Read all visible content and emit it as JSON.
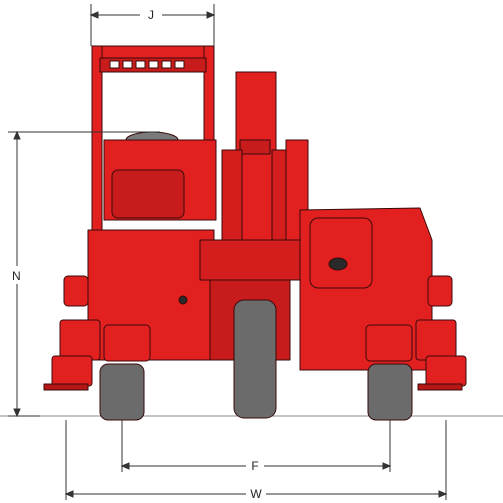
{
  "diagram": {
    "dimension_labels": {
      "j": "J",
      "n": "N",
      "f": "F",
      "w": "W"
    },
    "colors": {
      "body_red": "#e32020",
      "body_dark_red": "#b51616",
      "outline": "#3a0a0a",
      "tire": "#6b6b6b",
      "tire_dark": "#4a4a4a",
      "dimension_line": "#333333",
      "ground_line": "#888888"
    }
  }
}
